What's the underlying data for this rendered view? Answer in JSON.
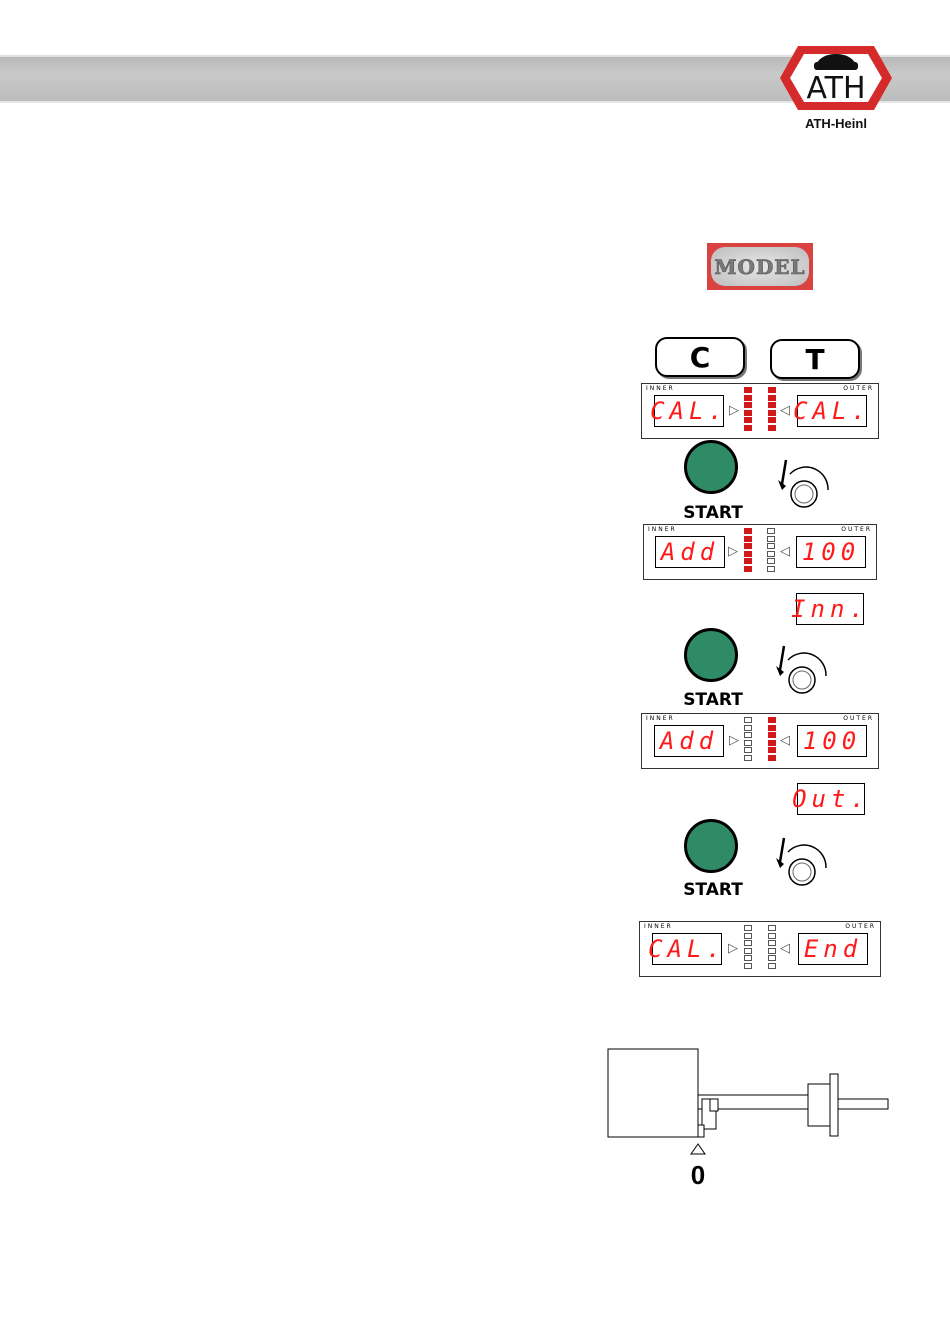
{
  "header": {
    "brand": "ATH-Heinl",
    "logo_letters": "ATH"
  },
  "model_button": {
    "label": "MODEL"
  },
  "keys": {
    "c": "C",
    "t": "T"
  },
  "panels": [
    {
      "inner_label": "INNER",
      "outer_label": "OUTER",
      "inner_display": "CAL.",
      "outer_display": "CAL.",
      "left_leds": [
        1,
        1,
        1,
        1,
        1,
        1
      ],
      "right_leds": [
        1,
        1,
        1,
        1,
        1,
        1
      ]
    },
    {
      "inner_label": "INNER",
      "outer_label": "OUTER",
      "inner_display": "Add",
      "outer_display": "100",
      "left_leds": [
        1,
        1,
        1,
        1,
        1,
        1
      ],
      "right_leds": [
        0,
        0,
        0,
        0,
        0,
        0
      ]
    },
    {
      "inner_label": "INNER",
      "outer_label": "OUTER",
      "inner_display": "Add",
      "outer_display": "100",
      "left_leds": [
        0,
        0,
        0,
        0,
        0,
        0
      ],
      "right_leds": [
        1,
        1,
        1,
        1,
        1,
        1
      ]
    },
    {
      "inner_label": "INNER",
      "outer_label": "OUTER",
      "inner_display": "CAL.",
      "outer_display": "End",
      "left_leds": [
        0,
        0,
        0,
        0,
        0,
        0
      ],
      "right_leds": [
        0,
        0,
        0,
        0,
        0,
        0
      ]
    }
  ],
  "solo_displays": [
    "Inn.",
    "Out."
  ],
  "start_label": "START",
  "diagram": {
    "zero_label": "0"
  },
  "colors": {
    "led_on": "#d01a1a",
    "lcd_text": "#ff1a1a",
    "start_button": "#2f8a66",
    "logo_red": "#d42a2a"
  }
}
